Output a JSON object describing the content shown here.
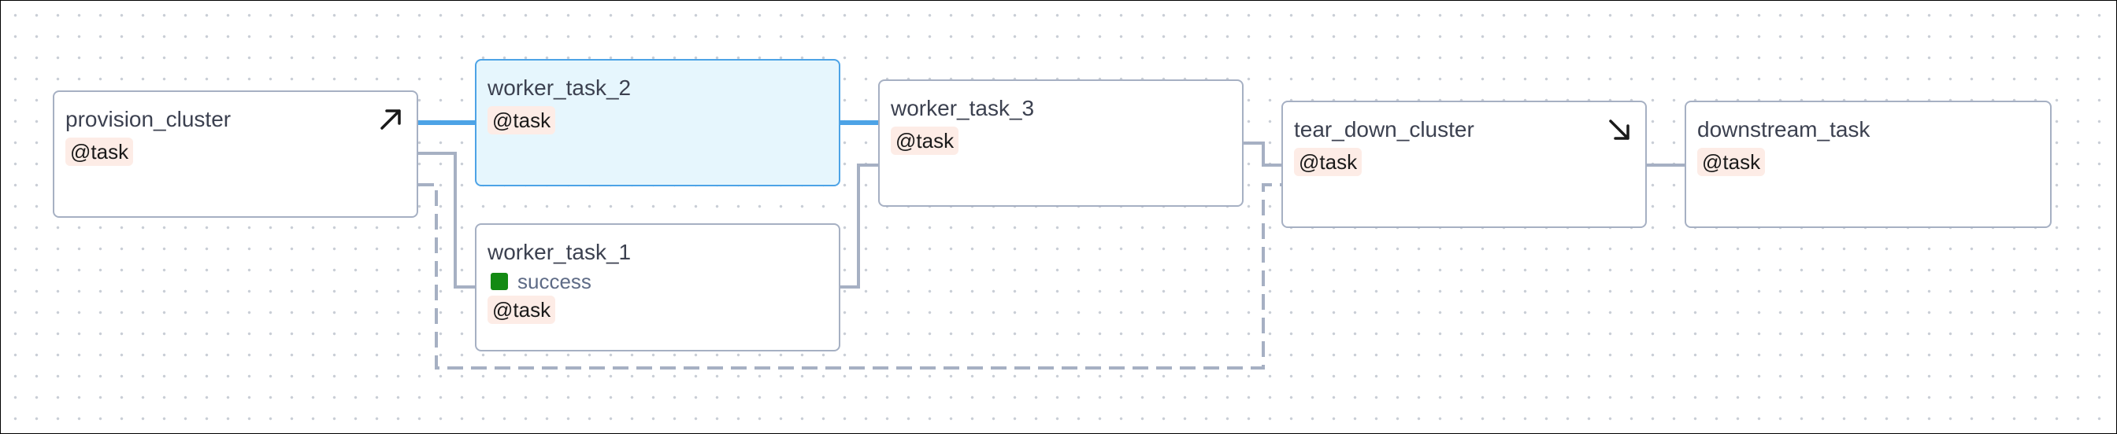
{
  "graph": {
    "nodes": [
      {
        "id": "provision_cluster",
        "title": "provision_cluster",
        "decorator": "@task",
        "corner_icon": "arrow-up-right-icon"
      },
      {
        "id": "worker_task_2",
        "title": "worker_task_2",
        "decorator": "@task",
        "selected": true
      },
      {
        "id": "worker_task_1",
        "title": "worker_task_1",
        "status": "success",
        "decorator": "@task",
        "status_color": "#138a13"
      },
      {
        "id": "worker_task_3",
        "title": "worker_task_3",
        "decorator": "@task"
      },
      {
        "id": "tear_down_cluster",
        "title": "tear_down_cluster",
        "decorator": "@task",
        "corner_icon": "arrow-down-right-icon"
      },
      {
        "id": "downstream_task",
        "title": "downstream_task",
        "decorator": "@task"
      }
    ],
    "edges": [
      {
        "from": "provision_cluster",
        "to": "worker_task_2",
        "highlighted": true
      },
      {
        "from": "worker_task_2",
        "to": "worker_task_3",
        "highlighted": true
      },
      {
        "from": "provision_cluster",
        "to": "worker_task_1"
      },
      {
        "from": "worker_task_1",
        "to": "worker_task_3"
      },
      {
        "from": "worker_task_3",
        "to": "tear_down_cluster"
      },
      {
        "from": "tear_down_cluster",
        "to": "downstream_task"
      },
      {
        "from": "provision_cluster",
        "to": "tear_down_cluster",
        "style": "dashed"
      }
    ],
    "colors": {
      "edge": "#a6b0c3",
      "edge_highlight": "#4da3e6",
      "node_border": "#a6b0c3",
      "selected_fill": "#e6f6fd",
      "decorator_bg": "#fdece6"
    }
  }
}
